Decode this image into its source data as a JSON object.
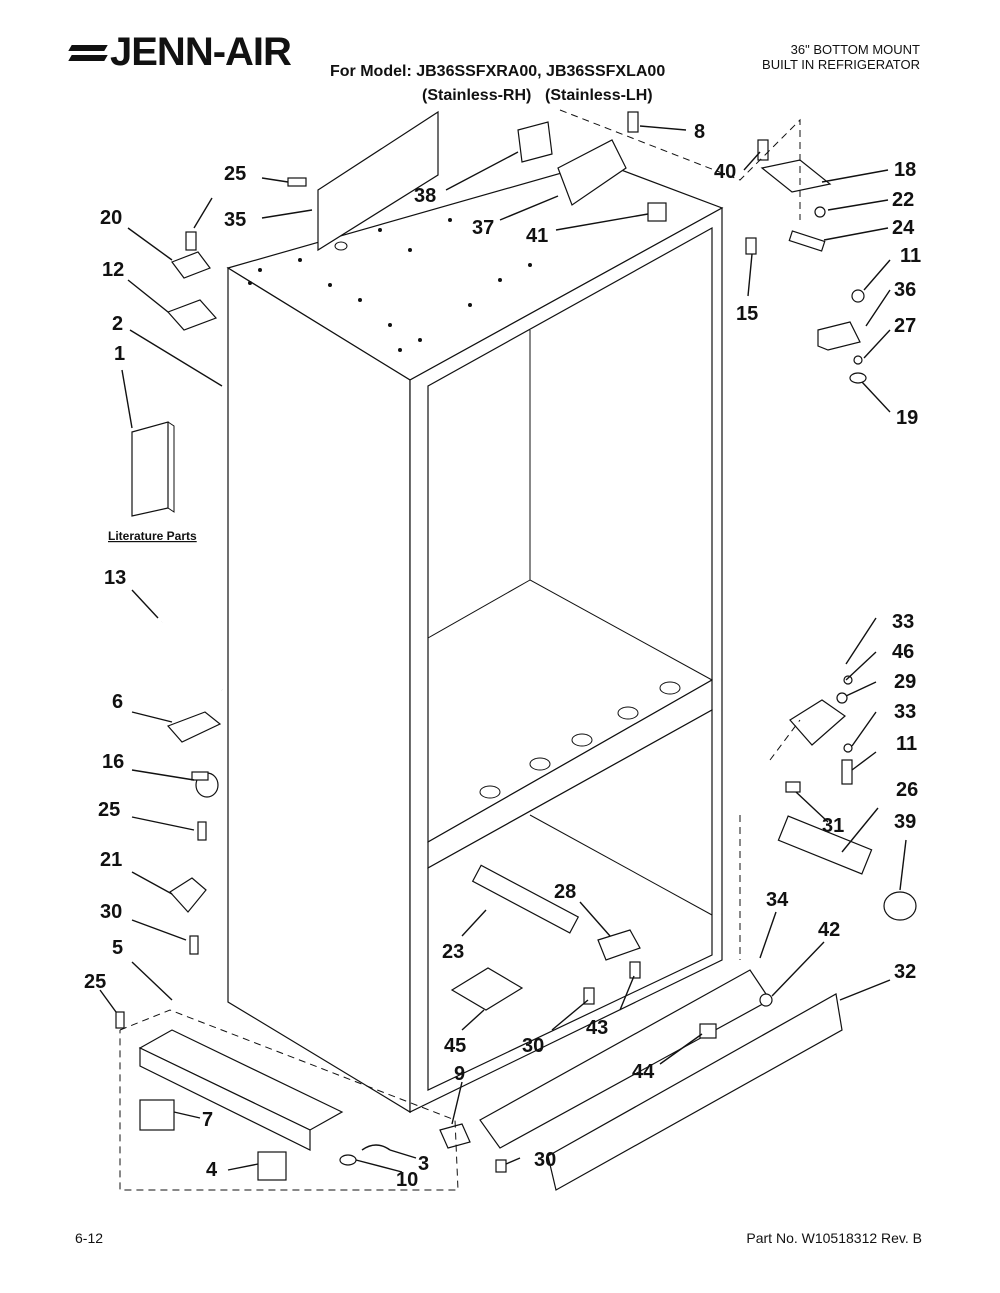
{
  "header": {
    "brand": "JENN-AIR",
    "product_line1": "36\" BOTTOM MOUNT",
    "product_line2": "BUILT IN REFRIGERATOR",
    "model_line": "For Model: JB36SSFXRA00, JB36SSFXLA00",
    "variant_rh": "(Stainless-RH)",
    "variant_lh": "(Stainless-LH)"
  },
  "footer": {
    "page_code": "6-12",
    "part_number": "Part No. W10518312 Rev. B"
  },
  "diagram": {
    "literature_label": "Literature Parts",
    "callouts": [
      "25",
      "35",
      "20",
      "12",
      "2",
      "1",
      "13",
      "6",
      "16",
      "25",
      "21",
      "30",
      "5",
      "25",
      "7",
      "4",
      "3",
      "10",
      "9",
      "30",
      "45",
      "23",
      "28",
      "30",
      "43",
      "44",
      "32",
      "42",
      "34",
      "26",
      "39",
      "31",
      "11",
      "33",
      "29",
      "46",
      "33",
      "19",
      "27",
      "36",
      "11",
      "24",
      "22",
      "18",
      "40",
      "8",
      "38",
      "37",
      "41",
      "15"
    ]
  }
}
